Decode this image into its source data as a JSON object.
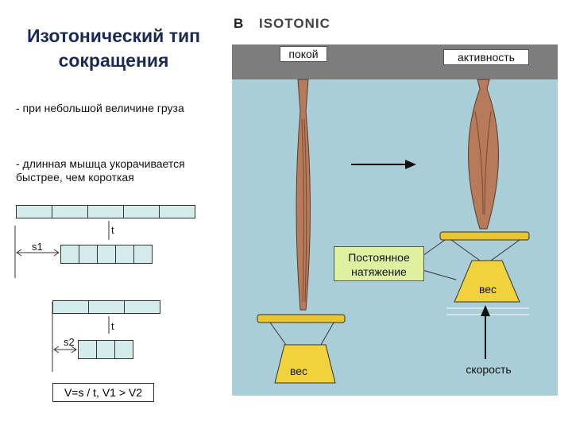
{
  "left": {
    "title_line1": "Изотонический тип",
    "title_line2": "сокращения",
    "note1": "- при небольшой величине груза",
    "note2_line1": "- длинная мышца укорачивается",
    "note2_line2": "быстрее, чем короткая",
    "t_label_1": "t",
    "s1_label": "s1",
    "t_label_2": "t",
    "s2_label": "s2",
    "formula": "V=s / t, V1 > V2"
  },
  "panel": {
    "letter": "B",
    "heading": "ISOTONIC",
    "rest_label": "покой",
    "active_label": "активность",
    "tension_line1": "Постоянное",
    "tension_line2": "натяжение",
    "weight_label_left": "вес",
    "weight_label_right": "вес",
    "speed_label": "скорость"
  },
  "colors": {
    "background": "#a9ced8",
    "ceiling": "#7d7d7d",
    "muscle": "#b77a5a",
    "weight": "#f1d23c",
    "segment_fill": "#d4ecec",
    "title": "#1a2a55"
  }
}
